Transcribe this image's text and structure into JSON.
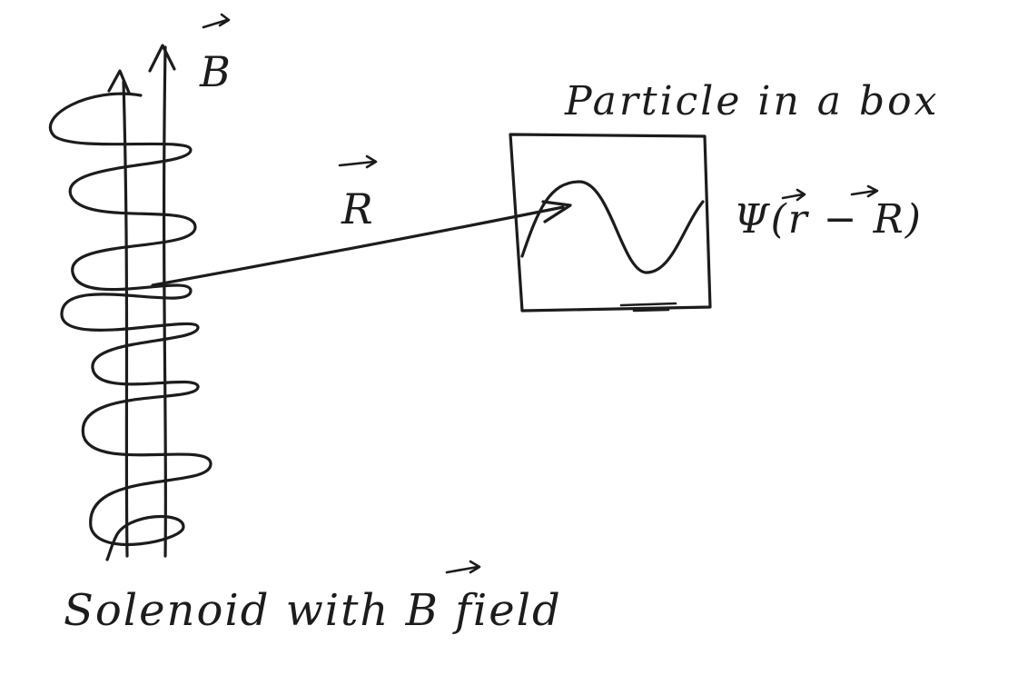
{
  "diagram": {
    "labels": {
      "field_symbol": "B",
      "displacement_symbol": "R",
      "box_title": "Particle in a box",
      "wavefunction": "Ψ(r − R)",
      "caption": "Solenoid with B field"
    },
    "ink_color": "#1c1c1c",
    "background_color": "#ffffff"
  }
}
